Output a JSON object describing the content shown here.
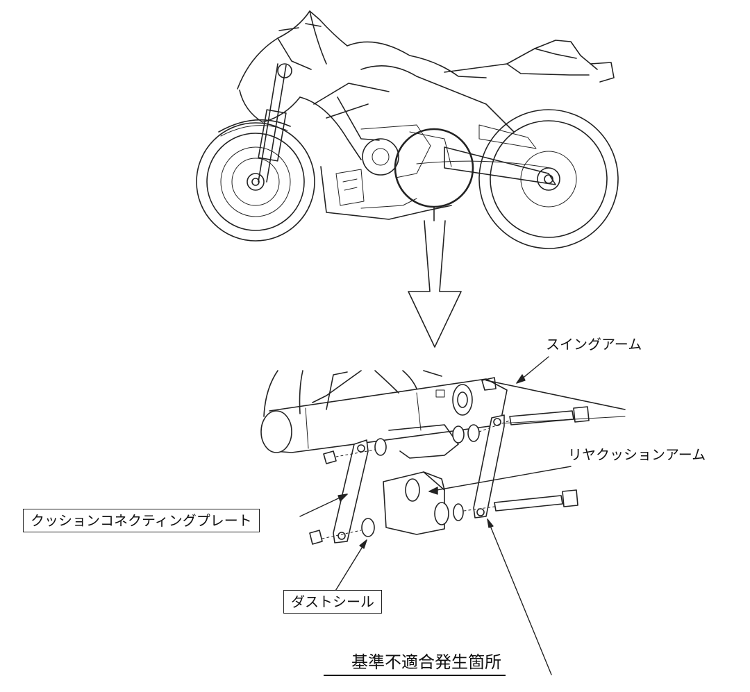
{
  "labels": {
    "swingarm": "スイングアーム",
    "rear_cushion_arm": "リヤクッションアーム",
    "cushion_connecting_plate": "クッションコネクティングプレート",
    "dust_seal": "ダストシール",
    "nonconformity_location": "基準不適合発生箇所"
  },
  "colors": {
    "line": "#222222",
    "fill": "#ffffff",
    "shade": "#e9e9e9"
  }
}
